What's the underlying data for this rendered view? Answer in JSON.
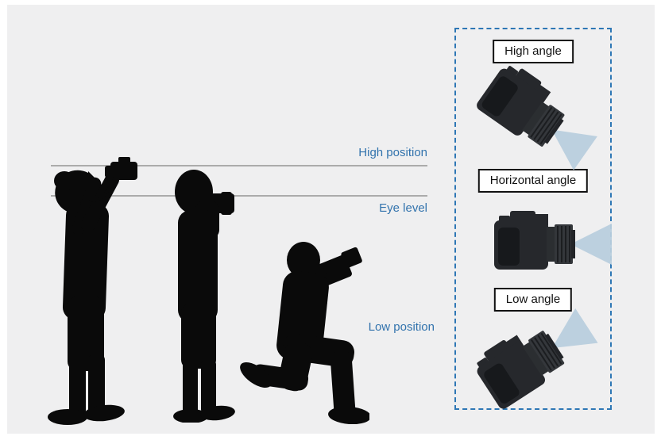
{
  "position_labels": {
    "high": "High position",
    "eye": "Eye level",
    "low": "Low position"
  },
  "angle_labels": {
    "high": "High angle",
    "horizontal": "Horizontal angle",
    "low": "Low angle"
  },
  "icons": {
    "photographer_high": "photographer-overhead-silhouette",
    "photographer_eye": "photographer-standing-silhouette",
    "photographer_low": "photographer-kneeling-silhouette",
    "camera_high_angle": "camera-tilted-down-icon",
    "camera_horizontal_angle": "camera-level-icon",
    "camera_low_angle": "camera-tilted-up-icon"
  },
  "colors": {
    "background": "#efeff0",
    "frame": "#ffffff",
    "label_blue": "#3273ad",
    "line_gray": "#ababab",
    "panel_border_blue": "#2e77b5",
    "camera_body": "#26282c",
    "camera_grip": "#17191c",
    "camera_lens": "#34373b",
    "view_cone_blue": "#b8cddd",
    "silhouette_black": "#0a0a0a",
    "angle_label_text": "#111111",
    "angle_label_bg": "#ffffff",
    "angle_label_border": "#111111"
  }
}
